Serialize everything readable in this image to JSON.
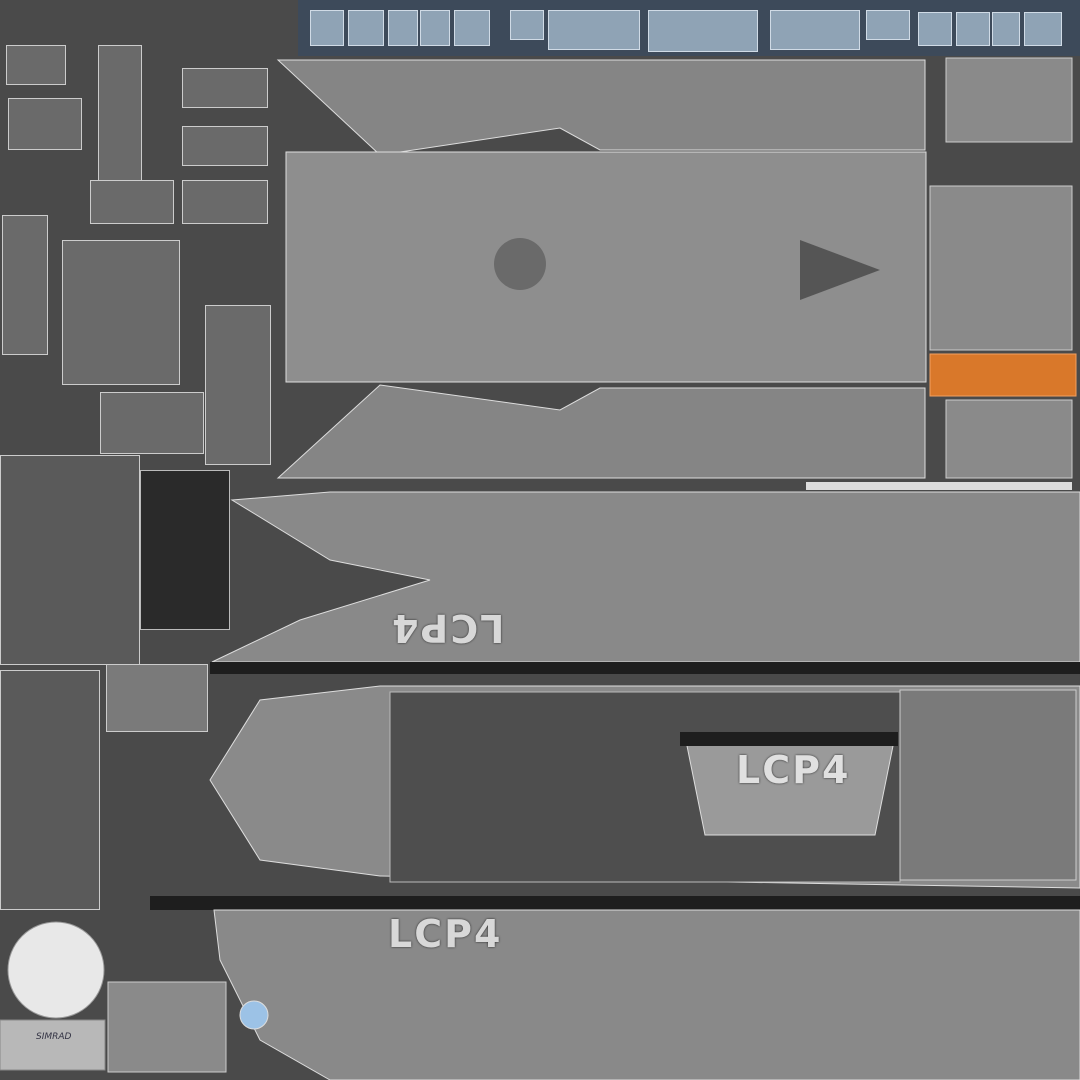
{
  "texture": {
    "hull_marking_mirrored": "LCP4",
    "deck_marking": "LCP4",
    "hull_marking": "LCP4",
    "dial_label": "SIMRAD",
    "colors": {
      "background": "#4a4a4a",
      "panel": "#8a8a8a",
      "glass": "#8fa3b5",
      "grille": "#d9782a",
      "stripe": "#1e1e1e"
    }
  }
}
